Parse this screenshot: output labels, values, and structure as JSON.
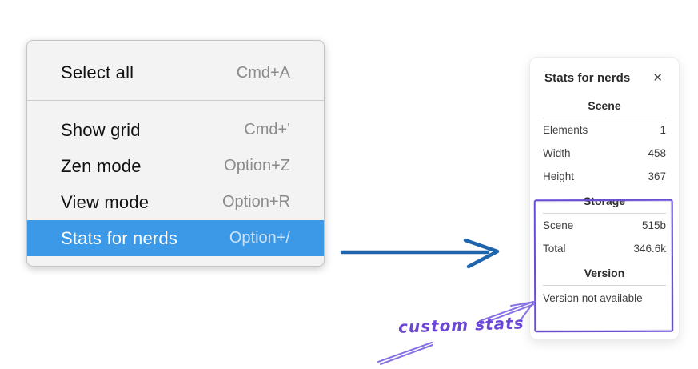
{
  "context_menu": {
    "items": [
      {
        "label": "Select all",
        "shortcut": "Cmd+A",
        "selected": false
      },
      {
        "label": "Show grid",
        "shortcut": "Cmd+'",
        "selected": false
      },
      {
        "label": "Zen mode",
        "shortcut": "Option+Z",
        "selected": false
      },
      {
        "label": "View mode",
        "shortcut": "Option+R",
        "selected": false
      },
      {
        "label": "Stats for nerds",
        "shortcut": "Option+/",
        "selected": true
      }
    ]
  },
  "stats_panel": {
    "title": "Stats for nerds",
    "close_icon": "✕",
    "scene": {
      "heading": "Scene",
      "rows": [
        {
          "label": "Elements",
          "value": "1"
        },
        {
          "label": "Width",
          "value": "458"
        },
        {
          "label": "Height",
          "value": "367"
        }
      ]
    },
    "storage": {
      "heading": "Storage",
      "rows": [
        {
          "label": "Scene",
          "value": "515b"
        },
        {
          "label": "Total",
          "value": "346.6k"
        }
      ]
    },
    "version": {
      "heading": "Version",
      "note": "Version not available"
    }
  },
  "annotation": {
    "label": "custom stats"
  },
  "colors": {
    "menu_highlight": "#3b99e8",
    "flow_arrow_blue": "#1f65ae",
    "annotation_purple": "#6b46d5",
    "highlight_box_purple": "#6a4ed2"
  }
}
